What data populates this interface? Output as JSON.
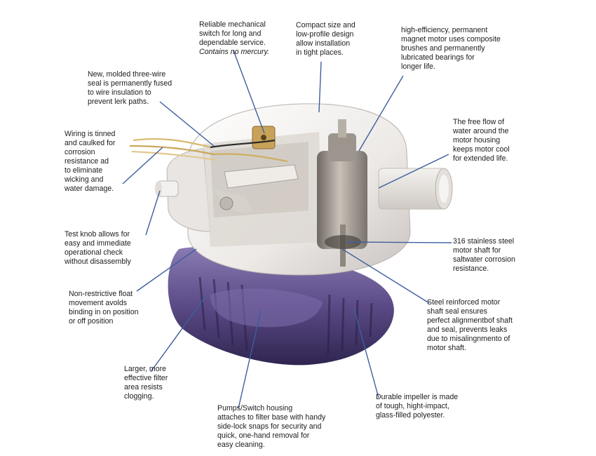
{
  "callouts": {
    "mechanical_switch": {
      "text": "Reliable mechanical\nswitch for long and\ndependable service.",
      "italic": "Contains no mercury."
    },
    "compact_size": {
      "text": "Compact size and\nlow-profile design\nallow installation\nin tight places."
    },
    "magnet_motor": {
      "text": "high-efficiency, permanent\nmagnet motor uses composite\nbrushes and permanently\nlubricated bearings for\nlonger life."
    },
    "wire_seal": {
      "text": "New, molded three-wire\nseal is permanently fused\nto wire insulation to\nprevent lerk paths."
    },
    "free_flow": {
      "text": "The free flow of\nwater around the\nmotor housing\nkeeps motor cool\nfor extended life."
    },
    "wiring": {
      "text": "Wiring is tinned\nand caulked for\ncorrosion\nresistance ad\nto eliminate\nwicking and\nwater damage."
    },
    "test_knob": {
      "text": "Test knob allows for\neasy and immediate\noperational check\nwithout disassembly"
    },
    "steel_shaft": {
      "text": "316 stainless steel\nmotor shaft for\nsaltwater corrosion\nresistance."
    },
    "float_movement": {
      "text": "Non-restrictive float\nmovement avolds\nbinding in on position\nor off position"
    },
    "shaft_seal": {
      "text": "Steel reinforced motor\nshaft seal ensures\nperfect alignmentbof shaft\nand seal, prevents leaks\ndue to misalingnmento of\nmotor shaft."
    },
    "filter_area": {
      "text": "Larger, more\neffective filter\narea resists\nclogging."
    },
    "housing": {
      "text": "Pumps/Switch housing\nattaches to filter base with handy\nside-lock snaps for security and\nquick, one-hand removal for\neasy cleaning."
    },
    "impeller": {
      "text": "Durable impeller is made\nof tough, hight-impact,\nglass-filled polyester."
    }
  },
  "colors": {
    "leader": "#3d5f9e",
    "housing_light": "#f2f0ee",
    "housing_shade": "#c9c3c0",
    "base_purple": "#5b4a86",
    "base_dark": "#2f2550",
    "motor_metal": "#a9a29a"
  }
}
